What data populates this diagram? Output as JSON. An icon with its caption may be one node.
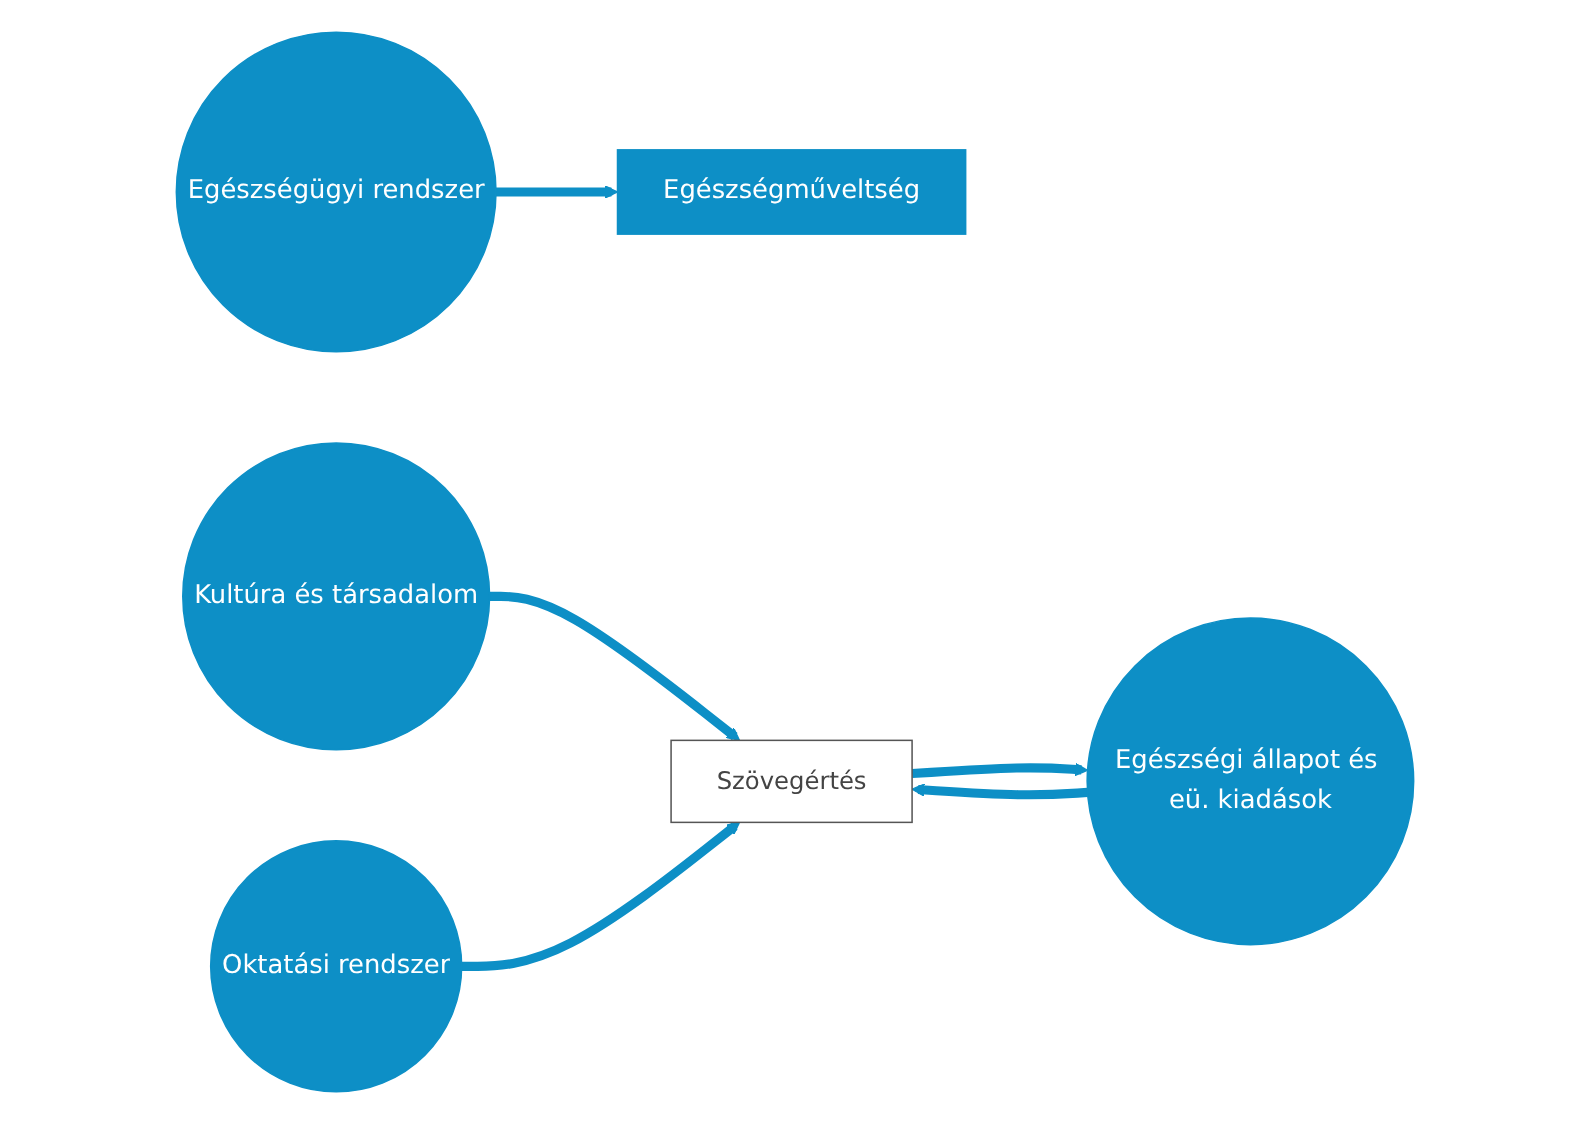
{
  "diagram": {
    "nodes": [
      {
        "text": [
          "Egészségügyi rendszer"
        ]
      },
      {
        "text": [
          "Kultúra és társadalom"
        ]
      },
      {
        "text": [
          "Egészségműveltség"
        ]
      },
      {
        "text": [
          "Szövegértés"
        ]
      },
      {
        "text": [
          "Egészségi állapot és eü. kiadások"
        ]
      },
      {
        "text": [
          "Oktatási rendszer"
        ]
      }
    ],
    "edges": [
      {
        "from": 0,
        "to": 2,
        "arrow": "to"
      },
      {
        "from": 1,
        "to": 3,
        "arrow": "to"
      },
      {
        "from": 3,
        "to": 4,
        "arrow": "to"
      },
      {
        "from": 4,
        "to": 3,
        "arrow": "to"
      },
      {
        "from": 5,
        "to": 3,
        "arrow": "to"
      }
    ]
  }
}
